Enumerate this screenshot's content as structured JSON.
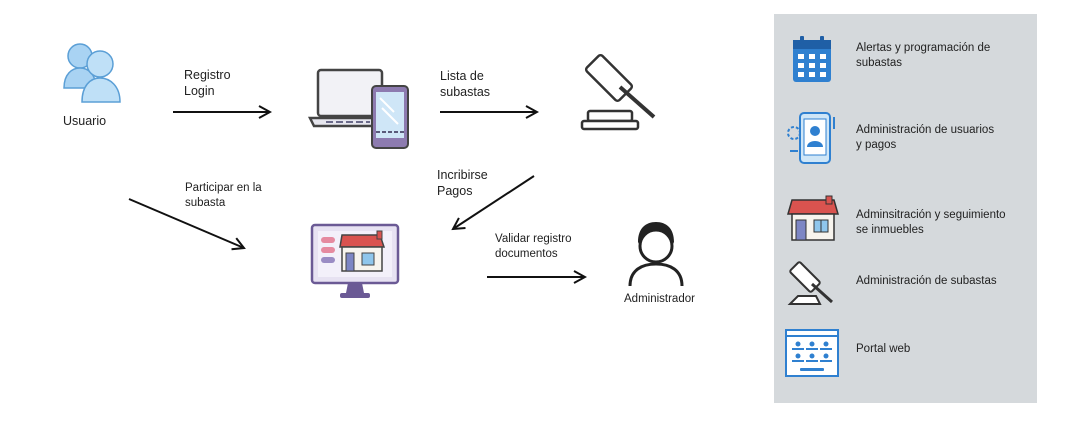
{
  "actors": {
    "usuario": "Usuario",
    "administrador": "Administrador"
  },
  "flows": {
    "registro": [
      "Registro",
      "Login"
    ],
    "lista": [
      "Lista de",
      "subastas"
    ],
    "incribirse": [
      "Incribirse",
      "Pagos"
    ],
    "participar": [
      "Participar en la",
      "subasta"
    ],
    "validar": [
      "Validar registro",
      "documentos"
    ]
  },
  "legend": {
    "items": [
      {
        "icon": "calendar-icon",
        "text": [
          "Alertas y programación de",
          "subastas"
        ]
      },
      {
        "icon": "user-admin-phone-icon",
        "text": [
          "Administración de usuarios",
          "y pagos"
        ]
      },
      {
        "icon": "house-icon",
        "text": [
          "Adminsitración y seguimiento",
          "se inmuebles"
        ]
      },
      {
        "icon": "gavel-icon",
        "text": [
          "Administración de subastas"
        ]
      },
      {
        "icon": "web-portal-icon",
        "text": [
          "Portal web"
        ]
      }
    ]
  },
  "colors": {
    "user_blue": "#8fc6ec",
    "purple": "#7b6a9e",
    "house_red": "#d9534f",
    "legend_bg": "#d5d9dc",
    "accent_blue": "#2f80d0"
  }
}
